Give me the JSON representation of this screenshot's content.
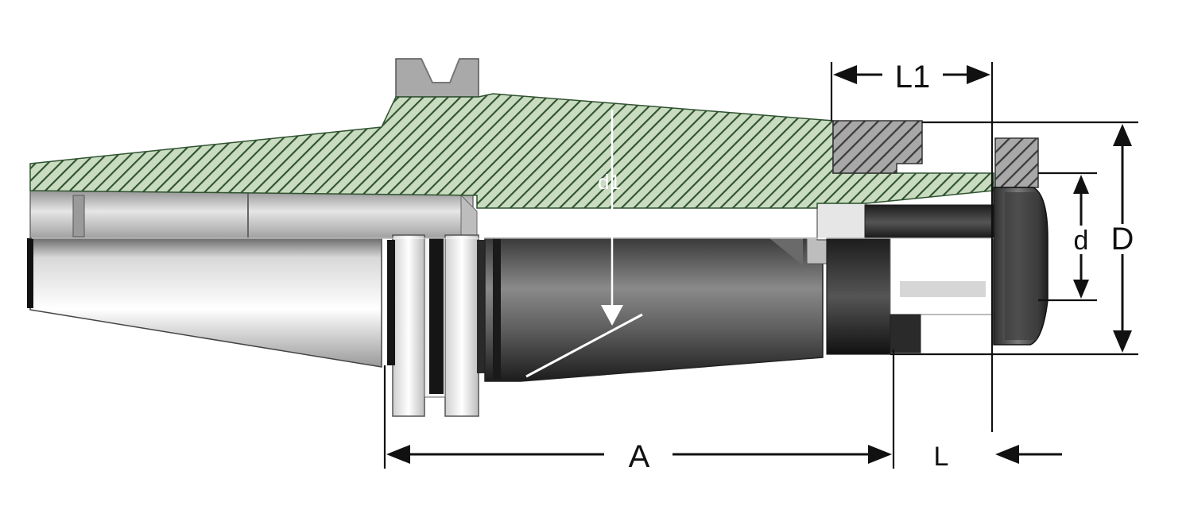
{
  "drawing": {
    "labels": {
      "A": "A",
      "L": "L",
      "L1": "L1",
      "d": "d",
      "D": "D",
      "d1": "d1"
    },
    "colors": {
      "section_hatch_fill": "#c9dcc0",
      "section_hatch_line": "#2f5230",
      "part_hatch_fill": "#a8a8a8",
      "part_hatch_line": "#3a3a3a",
      "steel_dark": "#2a2a2a",
      "steel_light": "#f2f2f2",
      "dimension_ink": "#111111"
    }
  }
}
